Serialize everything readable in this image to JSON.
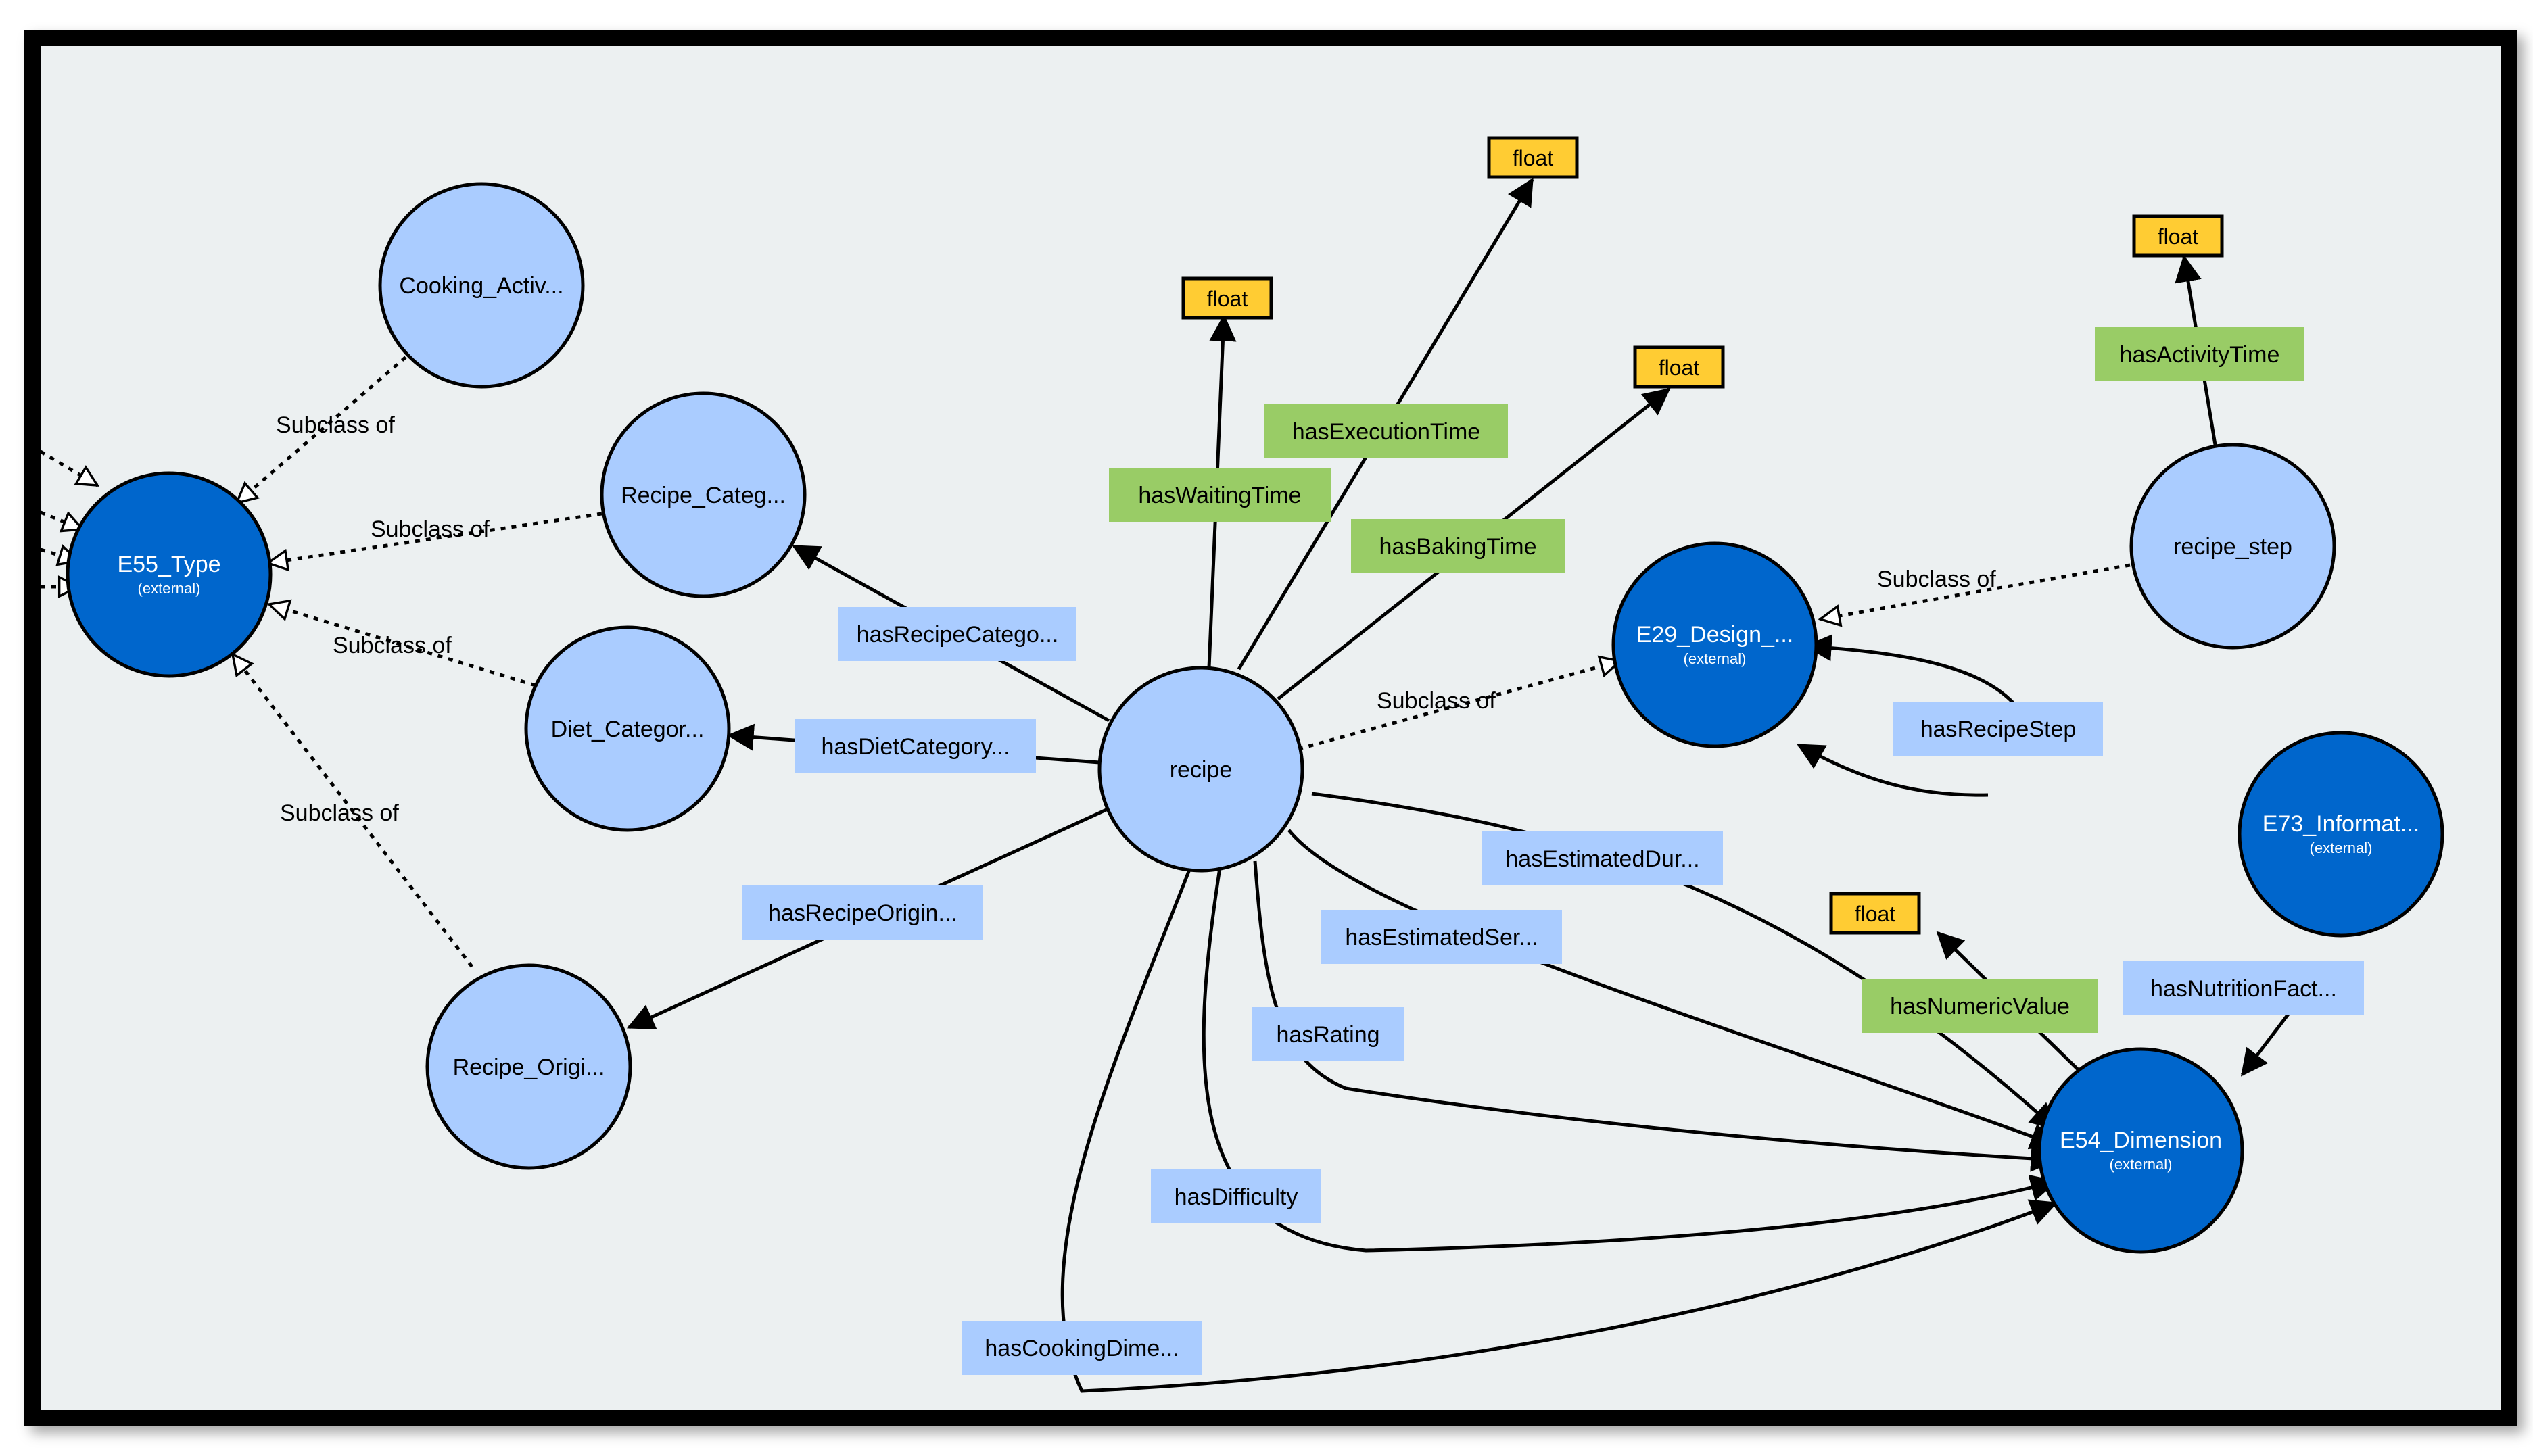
{
  "colors": {
    "external_class": "#0066cc",
    "class": "#aaccff",
    "object_property": "#aaccff",
    "datatype_property": "#99cc66",
    "datatype": "#ffcc33",
    "canvas": "#ecf0f1"
  },
  "nodes": [
    {
      "id": "e55",
      "kind": "external",
      "label": "E55_Type",
      "sublabel": "(external)"
    },
    {
      "id": "cooking",
      "kind": "class",
      "label": "Cooking_Activ..."
    },
    {
      "id": "rcat",
      "kind": "class",
      "label": "Recipe_Categ..."
    },
    {
      "id": "diet",
      "kind": "class",
      "label": "Diet_Categor..."
    },
    {
      "id": "rorig",
      "kind": "class",
      "label": "Recipe_Origi..."
    },
    {
      "id": "recipe",
      "kind": "class",
      "label": "recipe"
    },
    {
      "id": "e29",
      "kind": "external",
      "label": "E29_Design_...",
      "sublabel": "(external)"
    },
    {
      "id": "rstep",
      "kind": "class",
      "label": "recipe_step"
    },
    {
      "id": "e73",
      "kind": "external",
      "label": "E73_Informat...",
      "sublabel": "(external)"
    },
    {
      "id": "e54",
      "kind": "external",
      "label": "E54_Dimension",
      "sublabel": "(external)"
    }
  ],
  "datatypes": [
    {
      "id": "f1",
      "label": "float"
    },
    {
      "id": "f2",
      "label": "float"
    },
    {
      "id": "f3",
      "label": "float"
    },
    {
      "id": "f4",
      "label": "float"
    },
    {
      "id": "f5",
      "label": "float"
    }
  ],
  "properties": [
    {
      "id": "p_subclass_cooking",
      "kind": "subclass",
      "label": "Subclass of"
    },
    {
      "id": "p_subclass_rcat",
      "kind": "subclass",
      "label": "Subclass of"
    },
    {
      "id": "p_subclass_diet",
      "kind": "subclass",
      "label": "Subclass of"
    },
    {
      "id": "p_subclass_rorig",
      "kind": "subclass",
      "label": "Subclass of"
    },
    {
      "id": "p_subclass_recipe",
      "kind": "subclass",
      "label": "Subclass of"
    },
    {
      "id": "p_subclass_rstep",
      "kind": "subclass",
      "label": "Subclass of"
    },
    {
      "id": "p_waiting",
      "kind": "datatype",
      "label": "hasWaitingTime"
    },
    {
      "id": "p_execution",
      "kind": "datatype",
      "label": "hasExecutionTime"
    },
    {
      "id": "p_baking",
      "kind": "datatype",
      "label": "hasBakingTime"
    },
    {
      "id": "p_activity",
      "kind": "datatype",
      "label": "hasActivityTime"
    },
    {
      "id": "p_numeric",
      "kind": "datatype",
      "label": "hasNumericValue"
    },
    {
      "id": "p_rcat",
      "kind": "object",
      "label": "hasRecipeCatego..."
    },
    {
      "id": "p_diet",
      "kind": "object",
      "label": "hasDietCategory..."
    },
    {
      "id": "p_rorig",
      "kind": "object",
      "label": "hasRecipeOrigin..."
    },
    {
      "id": "p_rstep",
      "kind": "object",
      "label": "hasRecipeStep"
    },
    {
      "id": "p_estdur",
      "kind": "object",
      "label": "hasEstimatedDur..."
    },
    {
      "id": "p_estser",
      "kind": "object",
      "label": "hasEstimatedSer..."
    },
    {
      "id": "p_rating",
      "kind": "object",
      "label": "hasRating"
    },
    {
      "id": "p_difficulty",
      "kind": "object",
      "label": "hasDifficulty"
    },
    {
      "id": "p_cookdim",
      "kind": "object",
      "label": "hasCookingDime..."
    },
    {
      "id": "p_nutrition",
      "kind": "object",
      "label": "hasNutritionFact..."
    }
  ]
}
